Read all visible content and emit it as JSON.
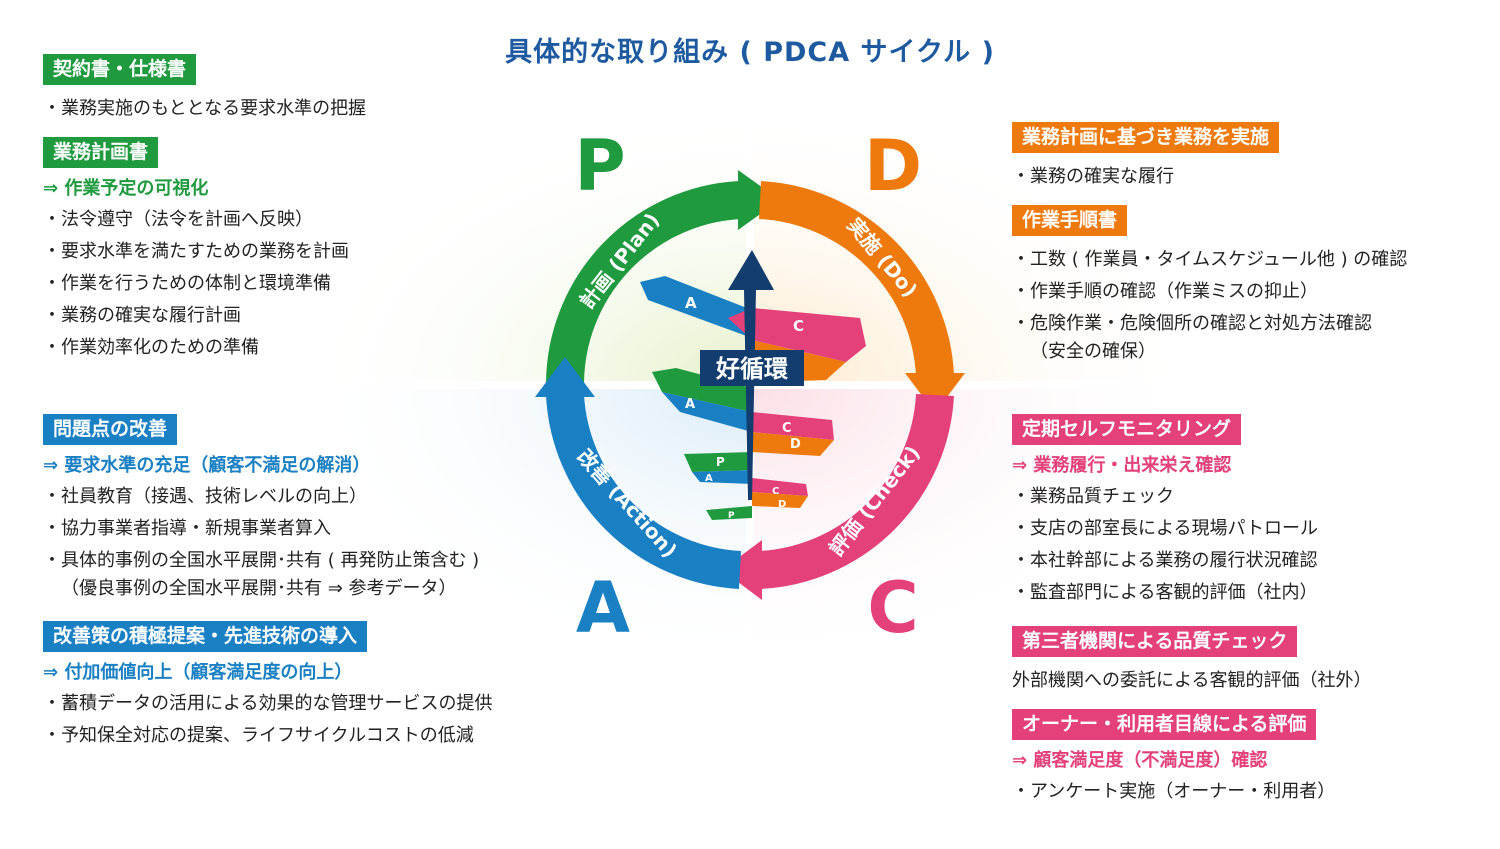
{
  "title": "具体的な取り組み ( PDCA サイクル )",
  "colors": {
    "plan": "#1f9a3e",
    "do": "#ee7a0d",
    "check": "#e4407a",
    "action": "#1a80c4",
    "center": "#123d6e"
  },
  "cycle": {
    "letters": {
      "p": "P",
      "d": "D",
      "c": "C",
      "a": "A"
    },
    "arcs": {
      "plan": "計画 (Plan)",
      "do": "実施 (Do)",
      "check": "評価 (Check)",
      "action": "改善 (Action)"
    },
    "center": "好循環",
    "spiral": {
      "a": "A",
      "c": "C",
      "d": "D",
      "p": "P"
    }
  },
  "plan": {
    "blocks": [
      {
        "tag": "契約書・仕様書",
        "items": [
          "・業務実施のもととなる要求水準の把握"
        ]
      },
      {
        "tag": "業務計画書",
        "sub": "⇒ 作業予定の可視化",
        "items": [
          "・法令遵守（法令を計画へ反映）",
          "・要求水準を満たすための業務を計画",
          "・作業を行うための体制と環境準備",
          "・業務の確実な履行計画",
          "・作業効率化のための準備"
        ]
      }
    ]
  },
  "do": {
    "blocks": [
      {
        "tag": "業務計画に基づき業務を実施",
        "items": [
          "・業務の確実な履行"
        ]
      },
      {
        "tag": "作業手順書",
        "items": [
          "・工数 ( 作業員・タイムスケジュール他 ) の確認",
          "・作業手順の確認（作業ミスの抑止）",
          "・危険作業・危険個所の確認と対処方法確認"
        ],
        "cont": "（安全の確保）"
      }
    ]
  },
  "action": {
    "blocks": [
      {
        "tag": "問題点の改善",
        "sub": "⇒ 要求水準の充足（顧客不満足の解消）",
        "items": [
          "・社員教育（接遇、技術レベルの向上）",
          "・協力事業者指導・新規事業者算入",
          "・具体的事例の全国水平展開･共有 ( 再発防止策含む )"
        ],
        "cont": "（優良事例の全国水平展開･共有 ⇒ 参考データ）"
      },
      {
        "tag": "改善策の積極提案・先進技術の導入",
        "sub": "⇒ 付加価値向上（顧客満足度の向上）",
        "items": [
          "・蓄積データの活用による効果的な管理サービスの提供",
          "・予知保全対応の提案、ライフサイクルコストの低減"
        ]
      }
    ]
  },
  "check": {
    "blocks": [
      {
        "tag": "定期セルフモニタリング",
        "sub": "⇒ 業務履行・出来栄え確認",
        "items": [
          "・業務品質チェック",
          "・支店の部室長による現場パトロール",
          "・本社幹部による業務の履行状況確認",
          "・監査部門による客観的評価（社内）"
        ]
      },
      {
        "tag": "第三者機関による品質チェック",
        "items": [
          "外部機関への委託による客観的評価（社外）"
        ]
      },
      {
        "tag": "オーナー・利用者目線による評価",
        "sub": "⇒ 顧客満足度（不満足度）確認",
        "items": [
          "・アンケート実施（オーナー・利用者）"
        ]
      }
    ]
  }
}
